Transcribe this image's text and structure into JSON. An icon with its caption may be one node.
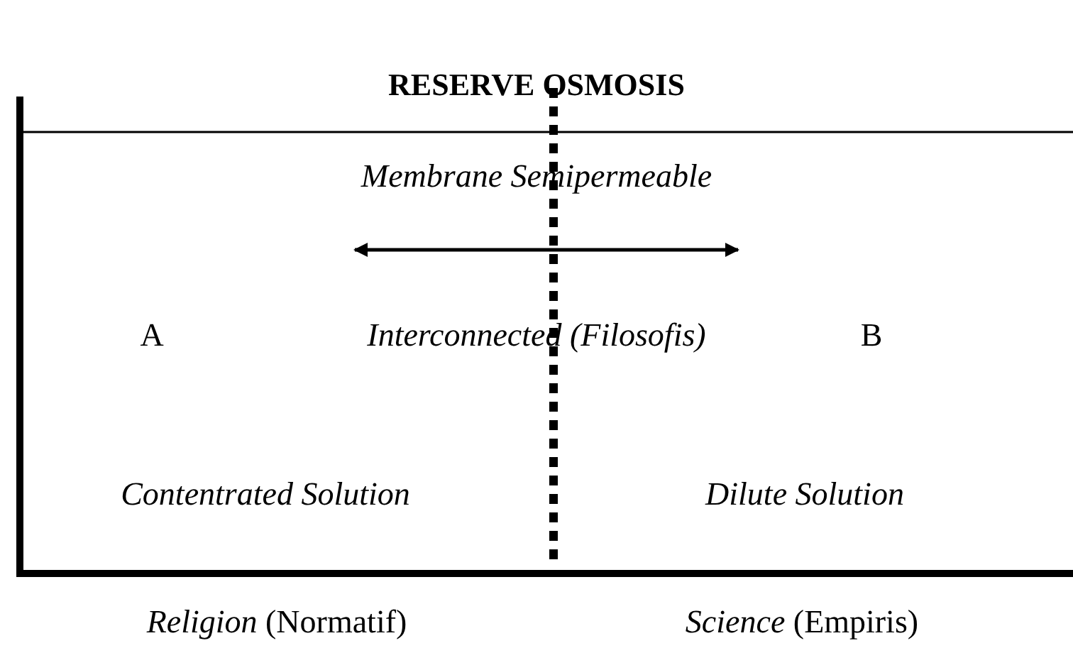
{
  "diagram": {
    "title": "RESERVE OSMOSIS",
    "labels": [
      "Membrane Semipermeable",
      "A",
      "Interconnected (Filosofis)",
      "B",
      "Contentrated Solution",
      "Dilute Solution",
      "*Religion* (Normatif)",
      "*Science* (Empiris)"
    ]
  }
}
